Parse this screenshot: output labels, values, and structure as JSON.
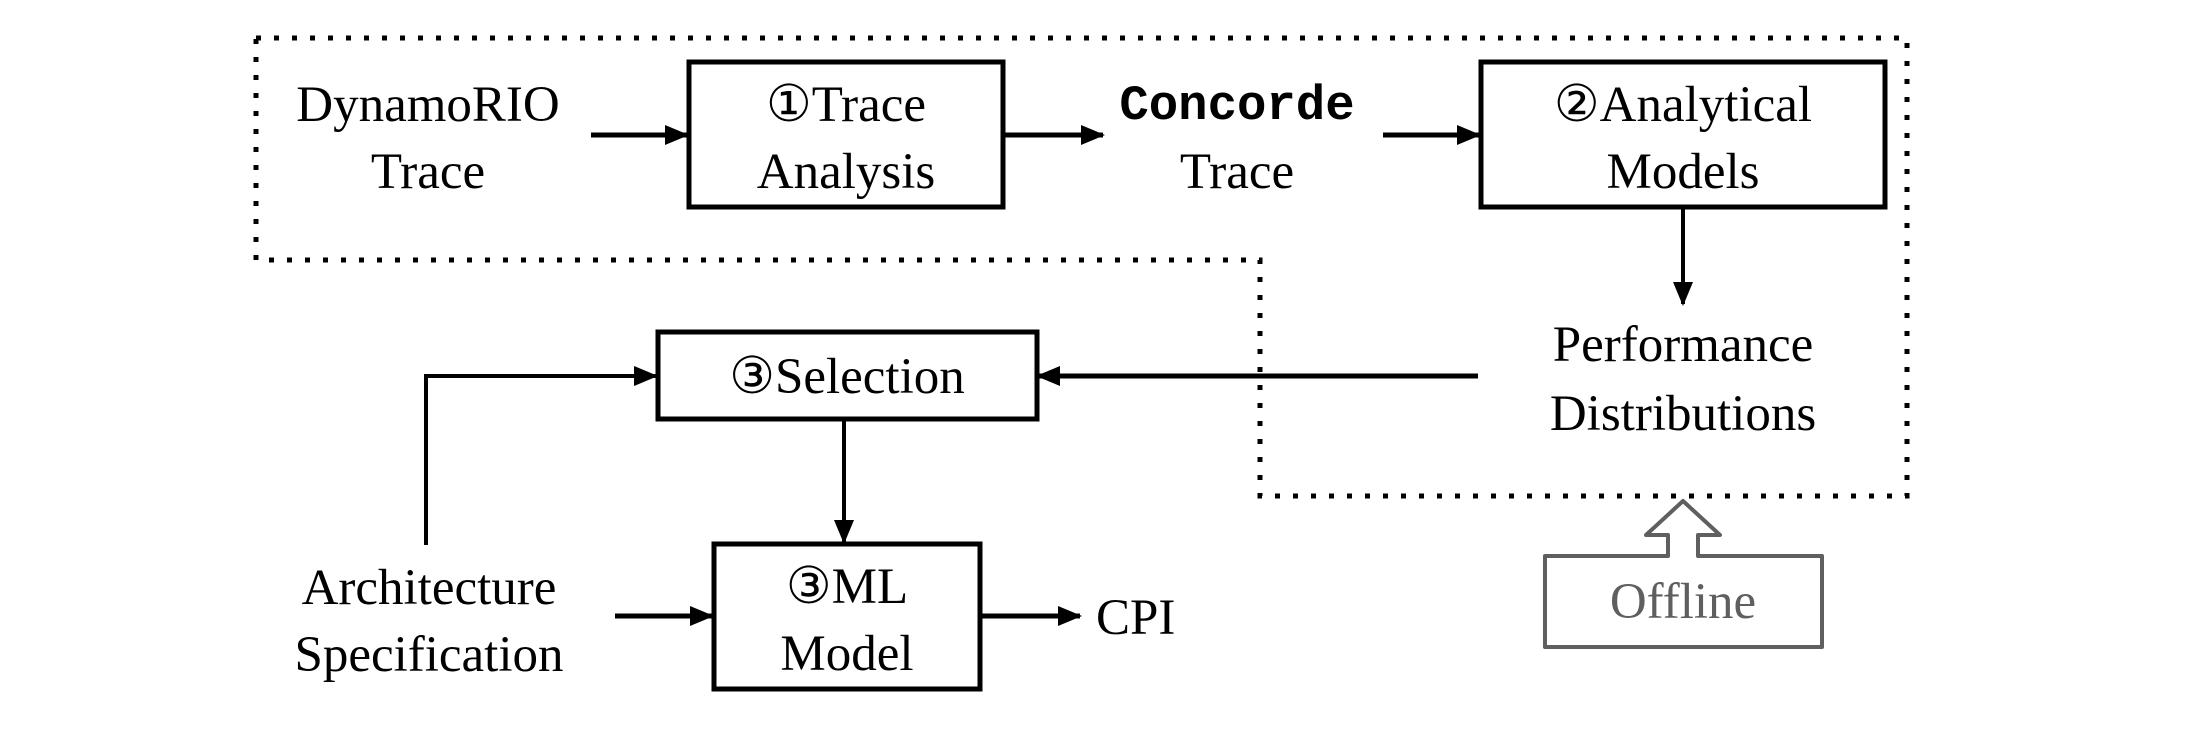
{
  "diagram": {
    "nodes": {
      "dynamorio_trace": {
        "lines": [
          "DynamoRIO",
          "Trace"
        ]
      },
      "trace_analysis": {
        "lines": [
          "①Trace",
          "Analysis"
        ]
      },
      "concorde_trace": {
        "lines": [
          "Concorde",
          "Trace"
        ]
      },
      "analytical_models": {
        "lines": [
          "②Analytical",
          "Models"
        ]
      },
      "performance_distributions": {
        "lines": [
          "Performance",
          "Distributions"
        ]
      },
      "selection": {
        "lines": [
          "③Selection"
        ]
      },
      "architecture_specification": {
        "lines": [
          "Architecture",
          "Specification"
        ]
      },
      "ml_model": {
        "lines": [
          "③ML",
          "Model"
        ]
      },
      "cpi": {
        "lines": [
          "CPI"
        ]
      },
      "offline_callout": {
        "lines": [
          "Offline"
        ]
      }
    },
    "edges": [
      {
        "from": "DynamoRIO Trace",
        "to": "Trace Analysis"
      },
      {
        "from": "Trace Analysis",
        "to": "Concorde Trace"
      },
      {
        "from": "Concorde Trace",
        "to": "Analytical Models"
      },
      {
        "from": "Analytical Models",
        "to": "Performance Distributions"
      },
      {
        "from": "Performance Distributions",
        "to": "Selection"
      },
      {
        "from": "Architecture Specification",
        "to": "Selection"
      },
      {
        "from": "Selection",
        "to": "ML Model"
      },
      {
        "from": "Architecture Specification",
        "to": "ML Model"
      },
      {
        "from": "ML Model",
        "to": "CPI"
      }
    ],
    "regions": [
      {
        "name": "offline-region",
        "style": "dotted",
        "label": "Offline"
      }
    ],
    "colors": {
      "stroke": "#000000",
      "callout": "#5f5f5f"
    }
  }
}
